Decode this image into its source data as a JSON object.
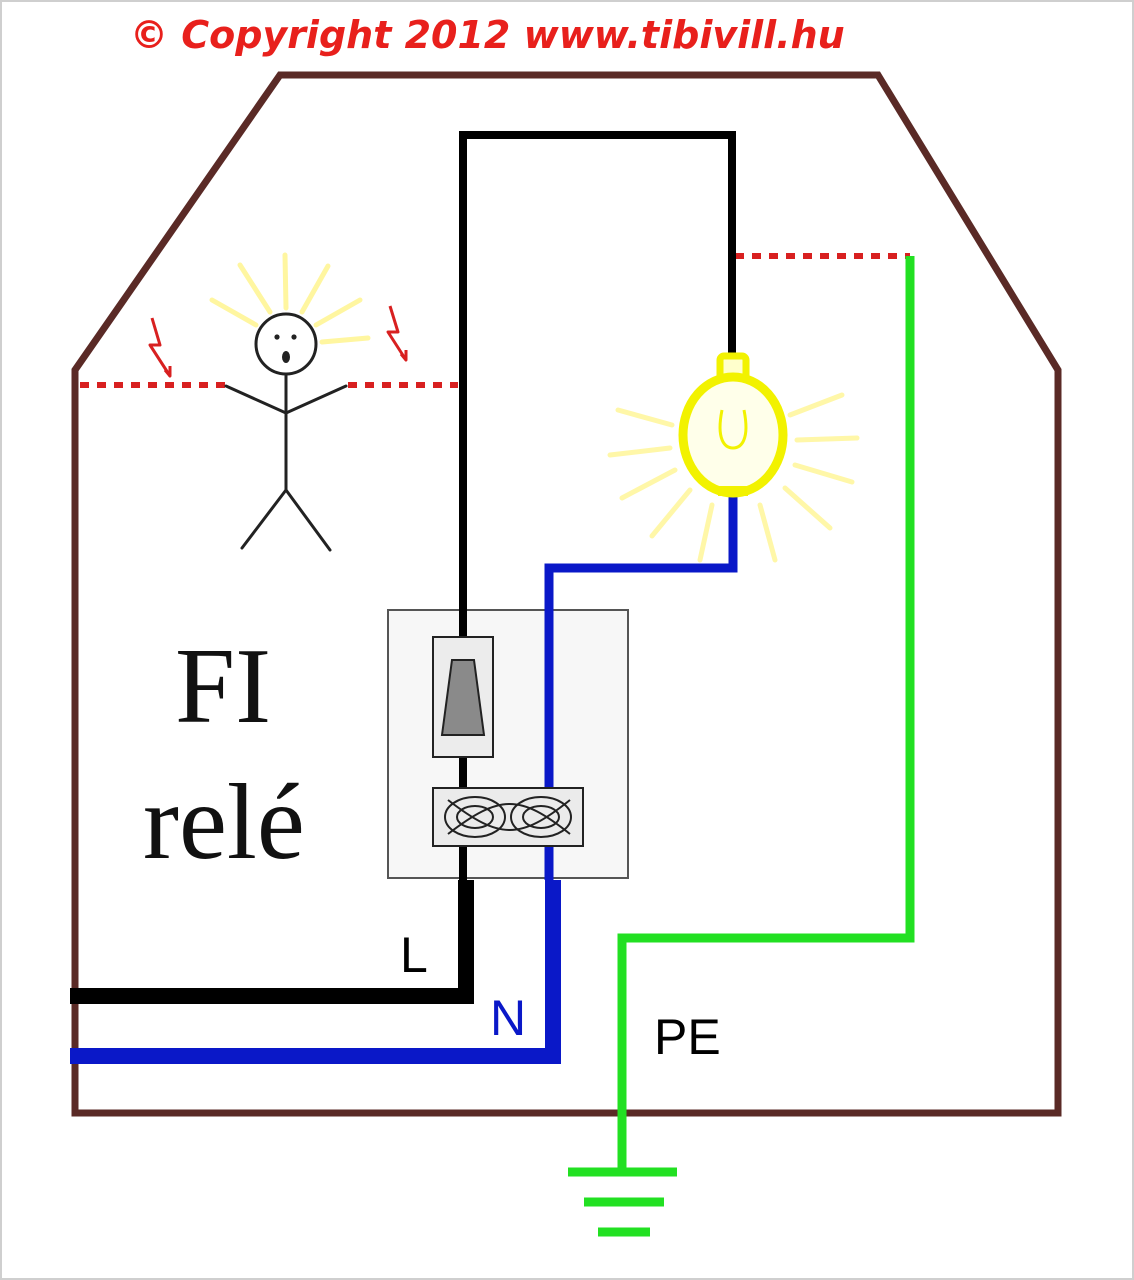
{
  "copyright": "© Copyright 2012 www.tibivill.hu",
  "device_label": {
    "line1": "FI",
    "line2": "relé"
  },
  "wire_labels": {
    "live": "L",
    "neutral": "N",
    "earth": "PE"
  },
  "icons": {
    "lightning_left": "lightning-bolt-icon",
    "lightning_right": "lightning-bolt-icon",
    "person": "stick-figure-icon",
    "lamp": "light-bulb-icon",
    "ground": "earth-ground-icon"
  },
  "colors": {
    "house_outline": "#5a2a26",
    "live_wire": "#000000",
    "neutral_wire": "#0a18c8",
    "earth_wire": "#22e022",
    "fault_current": "#d82020",
    "lamp": "#f2f200",
    "copyright": "#e8201c",
    "relay_body": "#f7f7f7"
  }
}
